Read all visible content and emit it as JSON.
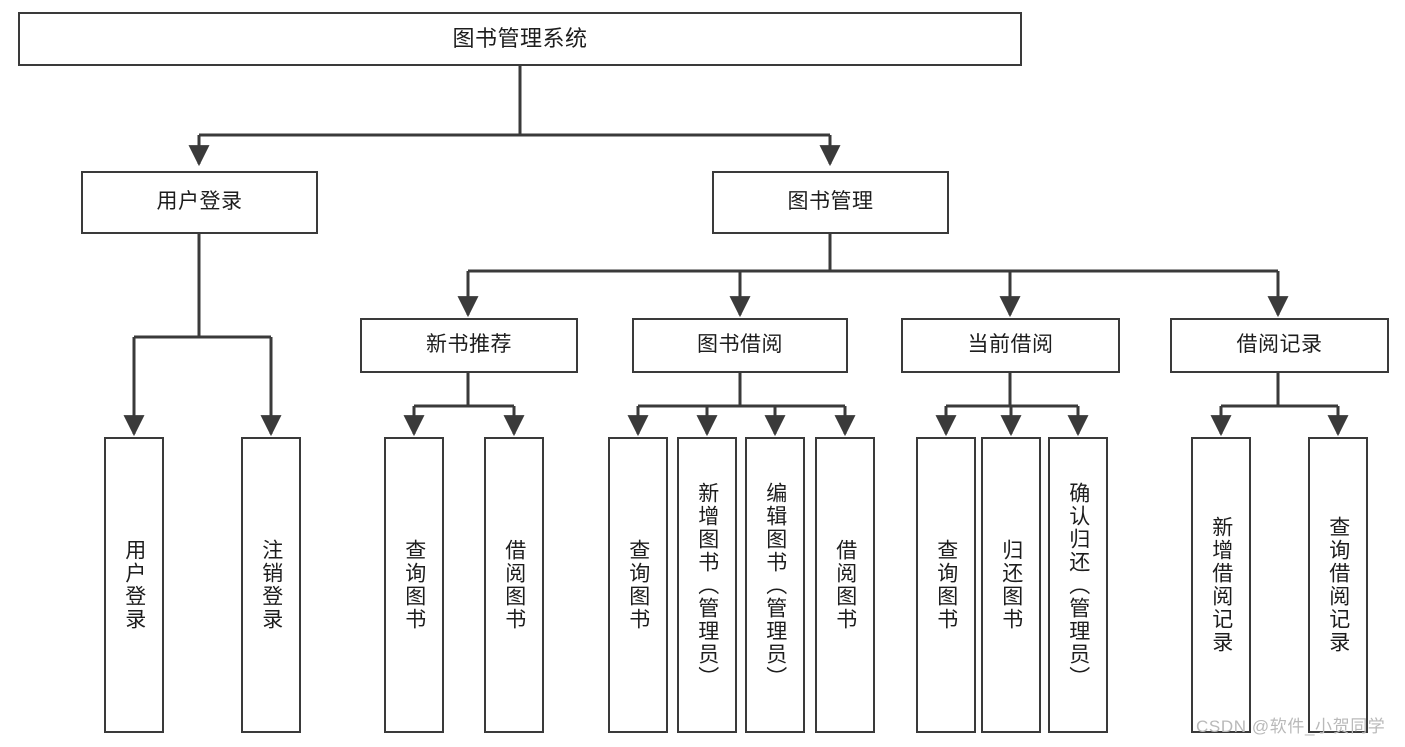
{
  "diagram": {
    "type": "tree",
    "title": "图书管理系统",
    "watermark": "CSDN @软件_小贺同学",
    "colors": {
      "stroke": "#3a3a3a",
      "background": "#ffffff",
      "text": "#1d1d1d",
      "watermark": "#b9b9b9"
    },
    "levels": {
      "root": {
        "label": "图书管理系统"
      },
      "level1": [
        {
          "label": "用户登录"
        },
        {
          "label": "图书管理"
        }
      ],
      "level2": [
        {
          "label": "新书推荐"
        },
        {
          "label": "图书借阅"
        },
        {
          "label": "当前借阅"
        },
        {
          "label": "借阅记录"
        }
      ],
      "leaves": {
        "user_login": [
          {
            "label": "用户登录"
          },
          {
            "label": "注销登录"
          }
        ],
        "new_book_recommendation": [
          {
            "label": "查询图书"
          },
          {
            "label": "借阅图书"
          }
        ],
        "book_borrow": [
          {
            "label": "查询图书"
          },
          {
            "label": "新增图书（管理员）"
          },
          {
            "label": "编辑图书（管理员）"
          },
          {
            "label": "借阅图书"
          }
        ],
        "current_borrow": [
          {
            "label": "查询图书"
          },
          {
            "label": "归还图书"
          },
          {
            "label": "确认归还（管理员）"
          }
        ],
        "borrow_records": [
          {
            "label": "新增借阅记录"
          },
          {
            "label": "查询借阅记录"
          }
        ]
      }
    }
  }
}
